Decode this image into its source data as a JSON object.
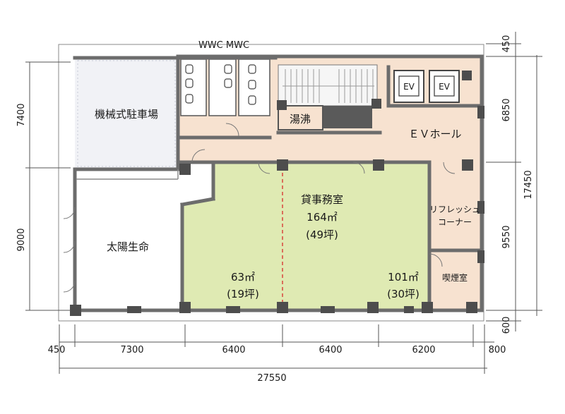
{
  "labels": {
    "parking": "機械式駐車場",
    "taiyo": "太陽生命",
    "yuwakashi": "湯沸",
    "ev_hall": "ＥＶホール",
    "ev1": "EV",
    "ev2": "EV",
    "wwc_mwc": "WWC MWC",
    "refresh_1": "リフレッシュ",
    "refresh_2": "コーナー",
    "smoking": "喫煙室",
    "office_title": "貸事務室",
    "office_area": "164㎡",
    "office_tsubo": "(49坪)",
    "left_area": "63㎡",
    "left_tsubo": "(19坪)",
    "right_area": "101㎡",
    "right_tsubo": "(30坪)"
  },
  "dimensions": {
    "top_right": "450",
    "right_upper": "6850",
    "right_total": "17450",
    "right_lower": "9550",
    "bottom_right": "600",
    "left_upper": "7400",
    "left_lower": "9000",
    "bottom_450": "450",
    "bottom_7300": "7300",
    "bottom_6400a": "6400",
    "bottom_6400b": "6400",
    "bottom_6200": "6200",
    "bottom_800": "800",
    "total_width": "27550"
  },
  "colors": {
    "office_fill": "#dfeab3",
    "core_fill": "#f7e2d0",
    "parking_fill": "#f1f2f6",
    "wall": "#6c6c6c",
    "column": "#4d4d4d",
    "divider": "#d9443c"
  }
}
